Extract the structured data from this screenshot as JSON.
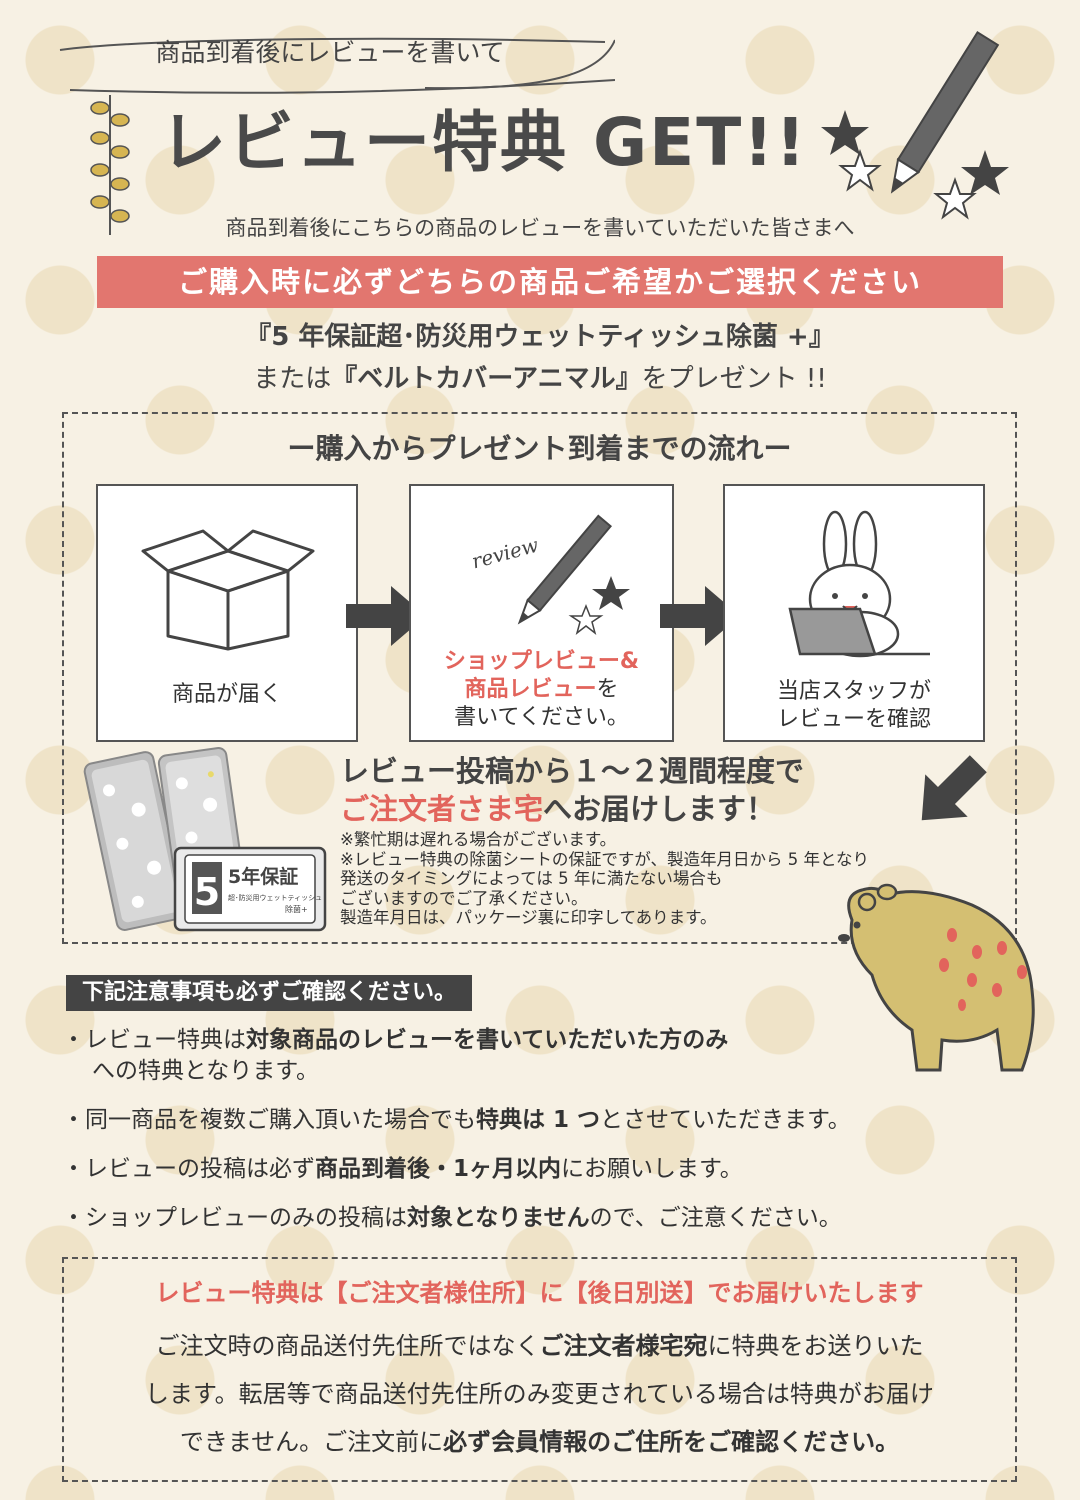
{
  "header": {
    "sub_heading": "商品到着後にレビューを書いて",
    "main_heading": "レビュー特典 GET!!",
    "intro": "商品到着後にこちらの商品のレビューを書いていただいた皆さまへ",
    "banner": "ご購入時に必ずどちらの商品ご希望かご選択ください",
    "gift_line1": "『5 年保証超･防災用ウェットティッシュ除菌 +』",
    "gift_line2_prefix": "または",
    "gift_line2_item": "『ベルトカバーアニマル』",
    "gift_line2_suffix": "をプレゼント !!"
  },
  "flow": {
    "title": "ー購入からプレゼント到着までの流れー",
    "step1": "商品が届く",
    "step2_red1": "ショップレビュー&",
    "step2_red2": "商品レビュー",
    "step2_suffix": "を",
    "step2_line3": "書いてください。",
    "step2_script": "review",
    "step3_line1": "当店スタッフが",
    "step3_line2": "レビューを確認",
    "delivery_line1": "レビュー投稿から１～２週間程度で",
    "delivery_red": "ご注文者さま宅",
    "delivery_suffix": "へお届けします！",
    "notes": [
      "※繁忙期は遅れる場合がございます。",
      "※レビュー特典の除菌シートの保証ですが、製造年月日から 5 年となり",
      "発送のタイミングによっては 5 年に満たない場合も",
      "ございますのでご了承ください。",
      "製造年月日は、パッケージ裏に印字してあります。"
    ],
    "package_label_big": "5年保証",
    "package_label_num": "5",
    "package_label_small": "超･防災用ウェットティッシュ",
    "package_label_tag": "除菌+"
  },
  "caution": {
    "header": "下記注意事項も必ずご確認ください。",
    "item1_a": "・レビュー特典は",
    "item1_b": "対象商品のレビューを書いていただいた方のみ",
    "item1_c": "への特典となります。",
    "item2_a": "・同一商品を複数ご購入頂いた場合でも",
    "item2_b": "特典は 1 つ",
    "item2_c": "とさせていただきます。",
    "item3_a": "・レビューの投稿は必ず",
    "item3_b": "商品到着後・1ヶ月以内",
    "item3_c": "にお願いします。",
    "item4_a": "・ショップレビューのみの投稿は",
    "item4_b": "対象となりません",
    "item4_c": "ので、ご注意ください。"
  },
  "bottom": {
    "title": "レビュー特典は【ご注文者様住所】に【後日別送】でお届けいたします",
    "line1_a": "ご注文時の商品送付先住所ではなく",
    "line1_b": "ご注文者様宅宛",
    "line1_c": "に特典をお送りいた",
    "line2": "します。転居等で商品送付先住所のみ変更されている場合は特典がお届け",
    "line3_a": "できません。ご注文前に",
    "line3_b": "必ず会員情報のご住所をご確認ください。"
  },
  "colors": {
    "accent_red": "#e2766f",
    "text_red": "#e2645c",
    "dark": "#444444",
    "background": "#f7f1e4"
  }
}
